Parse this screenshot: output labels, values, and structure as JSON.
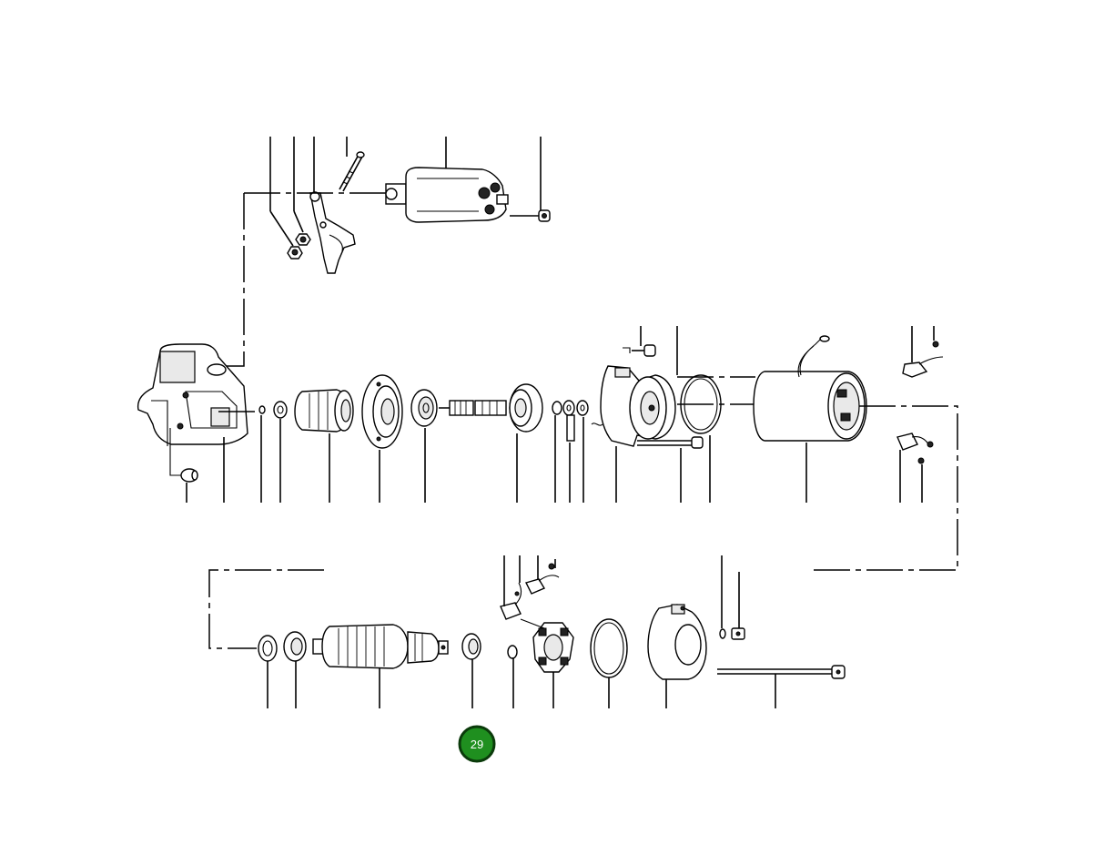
{
  "diagram": {
    "type": "exploded-parts-view",
    "subject": "starter-motor"
  },
  "page_badge": {
    "label": "29",
    "color": "#1f8f1f",
    "border_color": "#0b3b0b",
    "text_color": "#ffffff"
  }
}
